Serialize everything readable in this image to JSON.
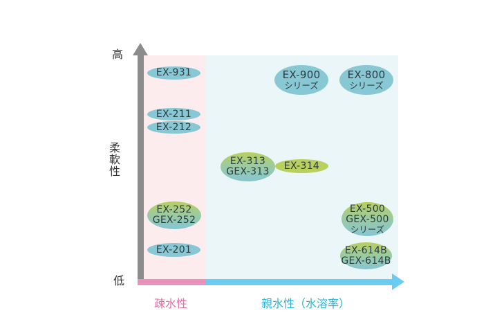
{
  "axes": {
    "y_high": "高",
    "y_low": "低",
    "y_title": "柔軟性",
    "x_hydrophobic": "疎水性",
    "x_hydrophilic": "親水性（水溶率）"
  },
  "colors": {
    "hydrophobic_zone": "#fcecee",
    "hydrophilic_zone": "#eaf6f7",
    "axis_gray": "#8c8c8c",
    "axis_pink": "#e891bb",
    "axis_blue": "#6ccbf0",
    "pill_blue": "#88c8d4",
    "pill_green": "#b9cf5e"
  },
  "products": {
    "ex931": {
      "line1": "EX-931"
    },
    "ex211": {
      "line1": "EX-211"
    },
    "ex212": {
      "line1": "EX-212"
    },
    "ex252": {
      "line1": "EX-252",
      "line2": "GEX-252"
    },
    "ex201": {
      "line1": "EX-201"
    },
    "ex313": {
      "line1": "EX-313",
      "line2": "GEX-313"
    },
    "ex314": {
      "line1": "EX-314"
    },
    "ex900": {
      "line1": "EX-900",
      "line2": "シリーズ"
    },
    "ex800": {
      "line1": "EX-800",
      "line2": "シリーズ"
    },
    "ex500": {
      "line1": "EX-500",
      "line2": "GEX-500",
      "line3": "シリーズ"
    },
    "ex614": {
      "line1": "EX-614B",
      "line2": "GEX-614B"
    }
  }
}
